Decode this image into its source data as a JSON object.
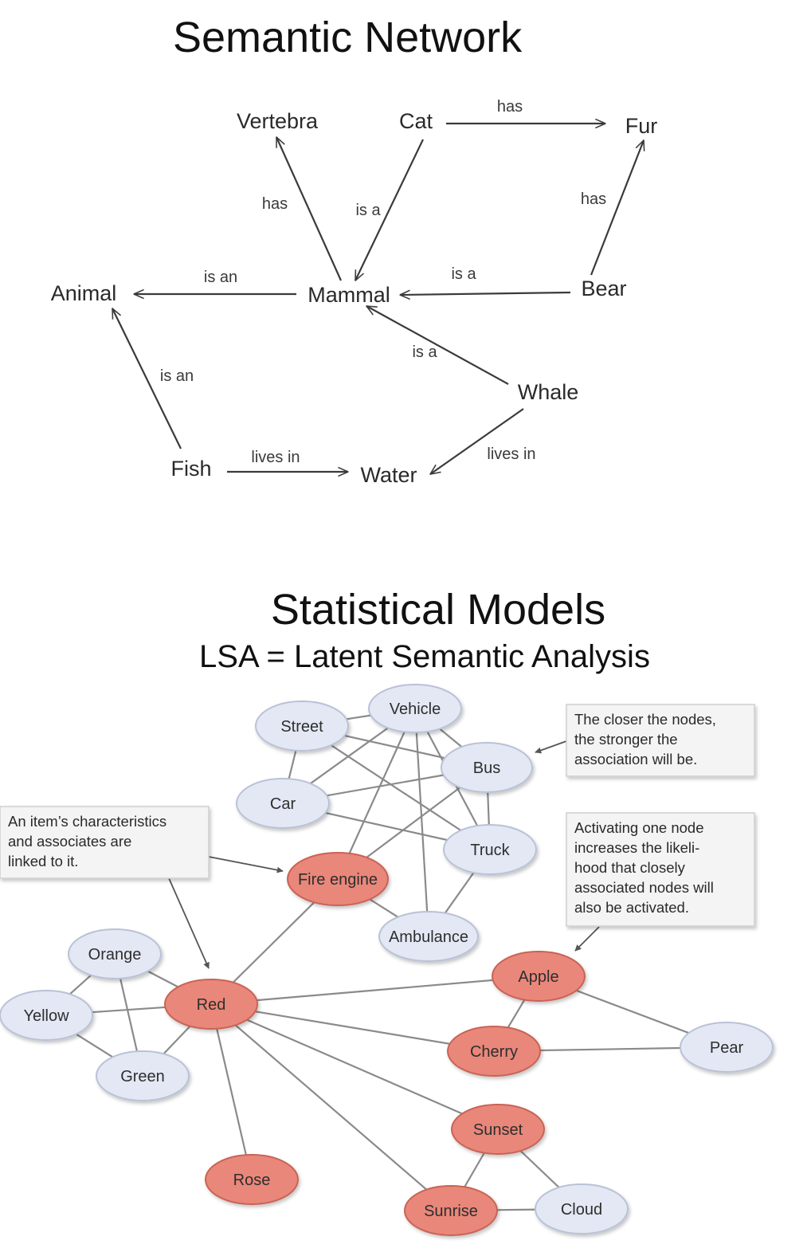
{
  "semantic_network": {
    "title": "Semantic Network",
    "nodes": [
      {
        "id": "vertebra",
        "label": "Vertebra"
      },
      {
        "id": "cat",
        "label": "Cat"
      },
      {
        "id": "fur",
        "label": "Fur"
      },
      {
        "id": "animal",
        "label": "Animal"
      },
      {
        "id": "mammal",
        "label": "Mammal"
      },
      {
        "id": "bear",
        "label": "Bear"
      },
      {
        "id": "whale",
        "label": "Whale"
      },
      {
        "id": "fish",
        "label": "Fish"
      },
      {
        "id": "water",
        "label": "Water"
      }
    ],
    "edges": [
      {
        "from": "cat",
        "to": "fur",
        "label": "has"
      },
      {
        "from": "mammal",
        "to": "vertebra",
        "label": "has"
      },
      {
        "from": "cat",
        "to": "mammal",
        "label": "is a"
      },
      {
        "from": "bear",
        "to": "fur",
        "label": "has"
      },
      {
        "from": "mammal",
        "to": "animal",
        "label": "is an"
      },
      {
        "from": "bear",
        "to": "mammal",
        "label": "is a"
      },
      {
        "from": "whale",
        "to": "mammal",
        "label": "is a"
      },
      {
        "from": "fish",
        "to": "animal",
        "label": "is an"
      },
      {
        "from": "fish",
        "to": "water",
        "label": "lives in"
      },
      {
        "from": "whale",
        "to": "water",
        "label": "lives in"
      }
    ]
  },
  "statistical_models": {
    "title": "Statistical Models",
    "subtitle": "LSA = Latent Semantic Analysis",
    "colors": {
      "highlighted": "#e9877a",
      "normal": "#e3e8f4",
      "edge": "#8a8a8a"
    },
    "nodes": [
      {
        "id": "vehicle",
        "label": "Vehicle",
        "highlighted": false
      },
      {
        "id": "street",
        "label": "Street",
        "highlighted": false
      },
      {
        "id": "bus",
        "label": "Bus",
        "highlighted": false
      },
      {
        "id": "car",
        "label": "Car",
        "highlighted": false
      },
      {
        "id": "truck",
        "label": "Truck",
        "highlighted": false
      },
      {
        "id": "fire_engine",
        "label": "Fire engine",
        "highlighted": true
      },
      {
        "id": "ambulance",
        "label": "Ambulance",
        "highlighted": false
      },
      {
        "id": "orange",
        "label": "Orange",
        "highlighted": false
      },
      {
        "id": "red",
        "label": "Red",
        "highlighted": true
      },
      {
        "id": "yellow",
        "label": "Yellow",
        "highlighted": false
      },
      {
        "id": "green",
        "label": "Green",
        "highlighted": false
      },
      {
        "id": "apple",
        "label": "Apple",
        "highlighted": true
      },
      {
        "id": "cherry",
        "label": "Cherry",
        "highlighted": true
      },
      {
        "id": "pear",
        "label": "Pear",
        "highlighted": false
      },
      {
        "id": "sunset",
        "label": "Sunset",
        "highlighted": true
      },
      {
        "id": "rose",
        "label": "Rose",
        "highlighted": true
      },
      {
        "id": "sunrise",
        "label": "Sunrise",
        "highlighted": true
      },
      {
        "id": "cloud",
        "label": "Cloud",
        "highlighted": false
      }
    ],
    "edges": [
      [
        "street",
        "vehicle"
      ],
      [
        "street",
        "car"
      ],
      [
        "street",
        "bus"
      ],
      [
        "street",
        "truck"
      ],
      [
        "vehicle",
        "bus"
      ],
      [
        "vehicle",
        "car"
      ],
      [
        "vehicle",
        "truck"
      ],
      [
        "vehicle",
        "fire_engine"
      ],
      [
        "vehicle",
        "ambulance"
      ],
      [
        "car",
        "bus"
      ],
      [
        "car",
        "truck"
      ],
      [
        "bus",
        "truck"
      ],
      [
        "bus",
        "fire_engine"
      ],
      [
        "truck",
        "ambulance"
      ],
      [
        "fire_engine",
        "ambulance"
      ],
      [
        "fire_engine",
        "red"
      ],
      [
        "orange",
        "red"
      ],
      [
        "orange",
        "yellow"
      ],
      [
        "orange",
        "green"
      ],
      [
        "yellow",
        "red"
      ],
      [
        "yellow",
        "green"
      ],
      [
        "green",
        "red"
      ],
      [
        "red",
        "apple"
      ],
      [
        "red",
        "cherry"
      ],
      [
        "red",
        "sunset"
      ],
      [
        "red",
        "rose"
      ],
      [
        "red",
        "sunrise"
      ],
      [
        "apple",
        "cherry"
      ],
      [
        "apple",
        "pear"
      ],
      [
        "cherry",
        "pear"
      ],
      [
        "sunset",
        "sunrise"
      ],
      [
        "sunset",
        "cloud"
      ],
      [
        "sunrise",
        "cloud"
      ]
    ],
    "callouts": [
      {
        "id": "closer",
        "lines": [
          "The closer the nodes,",
          "the stronger the",
          "association will be."
        ]
      },
      {
        "id": "item",
        "lines": [
          "An item’s characteristics",
          "and associates are",
          "linked to it."
        ]
      },
      {
        "id": "activating",
        "lines": [
          "Activating one node",
          "increases the likeli-",
          "hood that closely",
          "associated nodes will",
          "also be activated."
        ]
      }
    ]
  }
}
